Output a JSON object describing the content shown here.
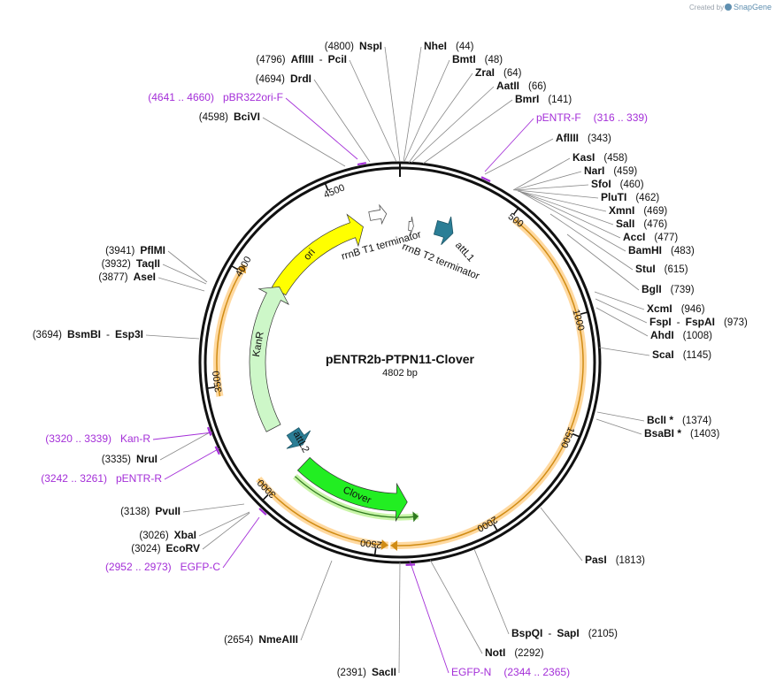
{
  "app": {
    "credit_prefix": "Created by",
    "credit_brand": "SnapGene"
  },
  "plasmid": {
    "name": "pENTR2b-PTPN11-Clover",
    "size_label": "4802 bp",
    "length": 4802
  },
  "colors": {
    "backbone": "#111111",
    "orf_fill": "#ffd9a0",
    "orf_edge": "#d08c14",
    "primer": "#a42fd8",
    "ori": "#ffff00",
    "kanr": "#cdf7c8",
    "clover": "#22ee22",
    "att": "#2b7e96",
    "terminator": "#ffffff"
  },
  "ticks": [
    {
      "pos": 500,
      "label": "500"
    },
    {
      "pos": 1000,
      "label": "1000"
    },
    {
      "pos": 1500,
      "label": "1500"
    },
    {
      "pos": 2000,
      "label": "2000"
    },
    {
      "pos": 2500,
      "label": "2500"
    },
    {
      "pos": 3000,
      "label": "3000"
    },
    {
      "pos": 3500,
      "label": "3500"
    },
    {
      "pos": 4000,
      "label": "4000"
    },
    {
      "pos": 4500,
      "label": "4500"
    }
  ],
  "enzymes": [
    {
      "name": "NspI",
      "pos": "(4800)",
      "bp": 4800
    },
    {
      "name": "AflIII",
      "name2": "PciI",
      "pos": "(4796)",
      "bp": 4796
    },
    {
      "name": "DrdI",
      "pos": "(4694)",
      "bp": 4694
    },
    {
      "name": "BciVI",
      "pos": "(4598)",
      "bp": 4598
    },
    {
      "name": "NheI",
      "pos": "(44)",
      "bp": 44
    },
    {
      "name": "BmtI",
      "pos": "(48)",
      "bp": 48
    },
    {
      "name": "ZraI",
      "pos": "(64)",
      "bp": 64
    },
    {
      "name": "AatII",
      "pos": "(66)",
      "bp": 66
    },
    {
      "name": "BmrI",
      "pos": "(141)",
      "bp": 141
    },
    {
      "name": "AflIII",
      "pos": "(343)",
      "bp": 343
    },
    {
      "name": "KasI",
      "pos": "(458)",
      "bp": 458
    },
    {
      "name": "NarI",
      "pos": "(459)",
      "bp": 459
    },
    {
      "name": "SfoI",
      "pos": "(460)",
      "bp": 460
    },
    {
      "name": "PluTI",
      "pos": "(462)",
      "bp": 462
    },
    {
      "name": "XmnI",
      "pos": "(469)",
      "bp": 469
    },
    {
      "name": "SalI",
      "pos": "(476)",
      "bp": 476
    },
    {
      "name": "AccI",
      "pos": "(477)",
      "bp": 477
    },
    {
      "name": "BamHI",
      "pos": "(483)",
      "bp": 483
    },
    {
      "name": "StuI",
      "pos": "(615)",
      "bp": 615
    },
    {
      "name": "BglI",
      "pos": "(739)",
      "bp": 739
    },
    {
      "name": "XcmI",
      "pos": "(946)",
      "bp": 946
    },
    {
      "name": "FspI",
      "name2": "FspAI",
      "pos": "(973)",
      "bp": 973
    },
    {
      "name": "AhdI",
      "pos": "(1008)",
      "bp": 1008
    },
    {
      "name": "ScaI",
      "pos": "(1145)",
      "bp": 1145
    },
    {
      "name": "BclI *",
      "pos": "(1374)",
      "bp": 1374
    },
    {
      "name": "BsaBI *",
      "pos": "(1403)",
      "bp": 1403
    },
    {
      "name": "PasI",
      "pos": "(1813)",
      "bp": 1813
    },
    {
      "name": "BspQI",
      "name2": "SapI",
      "pos": "(2105)",
      "bp": 2105
    },
    {
      "name": "NotI",
      "pos": "(2292)",
      "bp": 2292
    },
    {
      "name": "SacII",
      "pos": "(2391)",
      "bp": 2391
    },
    {
      "name": "NmeAIII",
      "pos": "(2654)",
      "bp": 2654
    },
    {
      "name": "EcoRV",
      "pos": "(3024)",
      "bp": 3024
    },
    {
      "name": "XbaI",
      "pos": "(3026)",
      "bp": 3026
    },
    {
      "name": "PvuII",
      "pos": "(3138)",
      "bp": 3138
    },
    {
      "name": "NruI",
      "pos": "(3335)",
      "bp": 3335
    },
    {
      "name": "BsmBI",
      "name2": "Esp3I",
      "pos": "(3694)",
      "bp": 3694
    },
    {
      "name": "AseI",
      "pos": "(3877)",
      "bp": 3877
    },
    {
      "name": "TaqII",
      "pos": "(3932)",
      "bp": 3932
    },
    {
      "name": "PflMI",
      "pos": "(3941)",
      "bp": 3941
    }
  ],
  "primers": [
    {
      "name": "pBR322ori-F",
      "range": "(4641 .. 4660)",
      "start": 4641,
      "end": 4660
    },
    {
      "name": "pENTR-F",
      "range": "(316 .. 339)",
      "start": 316,
      "end": 339
    },
    {
      "name": "Kan-R",
      "range": "(3320 .. 3339)",
      "start": 3320,
      "end": 3339
    },
    {
      "name": "pENTR-R",
      "range": "(3242 .. 3261)",
      "start": 3242,
      "end": 3261
    },
    {
      "name": "EGFP-C",
      "range": "(2952 .. 2973)",
      "start": 2952,
      "end": 2973
    },
    {
      "name": "EGFP-N",
      "range": "(2344 .. 2365)",
      "start": 2344,
      "end": 2365
    }
  ],
  "features": [
    {
      "name": "ori",
      "start": 4010,
      "end": 4600,
      "strand": 1,
      "type": "origin"
    },
    {
      "name": "KanR",
      "start": 3236,
      "end": 4030,
      "strand": 1,
      "type": "cds"
    },
    {
      "name": "rrnB T1 terminator",
      "start": 4646,
      "end": 4733,
      "strand": 1,
      "type": "terminator"
    },
    {
      "name": "rrnB T2 terminator",
      "start": 49,
      "end": 76,
      "strand": 1,
      "type": "terminator"
    },
    {
      "name": "attL1",
      "start": 198,
      "end": 297,
      "strand": 1,
      "type": "att"
    },
    {
      "name": "attL2",
      "start": 3065,
      "end": 3164,
      "strand": -1,
      "type": "att"
    },
    {
      "name": "Clover",
      "start": 2361,
      "end": 2981,
      "strand": -1,
      "type": "cds"
    }
  ],
  "orfs": [
    {
      "start": 515,
      "end": 2440,
      "strand": 1
    },
    {
      "start": 2450,
      "end": 3075,
      "strand": -1
    },
    {
      "start": 3460,
      "end": 4030,
      "strand": 1
    }
  ],
  "inner_orf": {
    "start": 2310,
    "end": 2970,
    "strand": -1
  }
}
